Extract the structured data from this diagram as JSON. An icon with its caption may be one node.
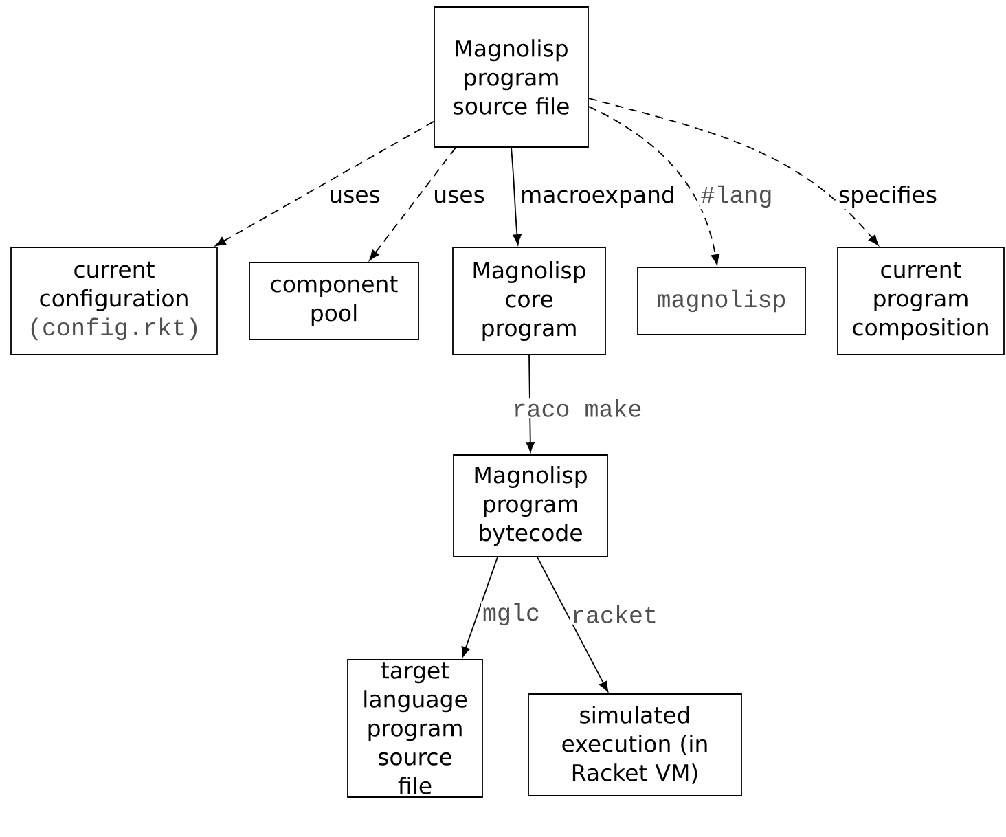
{
  "diagram": {
    "nodes": [
      {
        "text": [
          "Magnolisp program source file"
        ]
      },
      {
        "text": [
          "current configuration",
          "(config.rkt)"
        ]
      },
      {
        "text": [
          "component pool"
        ]
      },
      {
        "text": [
          "Magnolisp core program"
        ]
      },
      {
        "text": [
          "magnolisp"
        ]
      },
      {
        "text": [
          "current program composition"
        ]
      },
      {
        "text": [
          "Magnolisp program bytecode"
        ]
      },
      {
        "text": [
          "target language program source file"
        ]
      },
      {
        "text": [
          "simulated execution (in Racket VM)"
        ]
      }
    ],
    "edges": [
      {
        "from": 0,
        "to": 1,
        "arrow": "to",
        "label": "uses",
        "style": "dashed"
      },
      {
        "from": 0,
        "to": 2,
        "arrow": "to",
        "label": "uses",
        "style": "dashed"
      },
      {
        "from": 0,
        "to": 3,
        "arrow": "to",
        "label": "macroexpand"
      },
      {
        "from": 0,
        "to": 4,
        "arrow": "to",
        "label": "#lang",
        "style": "dashed"
      },
      {
        "from": 0,
        "to": 5,
        "arrow": "to",
        "label": "specifies",
        "style": "dashed"
      },
      {
        "from": 3,
        "to": 6,
        "arrow": "to",
        "label": "raco make"
      },
      {
        "from": 6,
        "to": 7,
        "arrow": "to",
        "label": "mglc"
      },
      {
        "from": 6,
        "to": 8,
        "arrow": "to",
        "label": "racket"
      }
    ]
  }
}
